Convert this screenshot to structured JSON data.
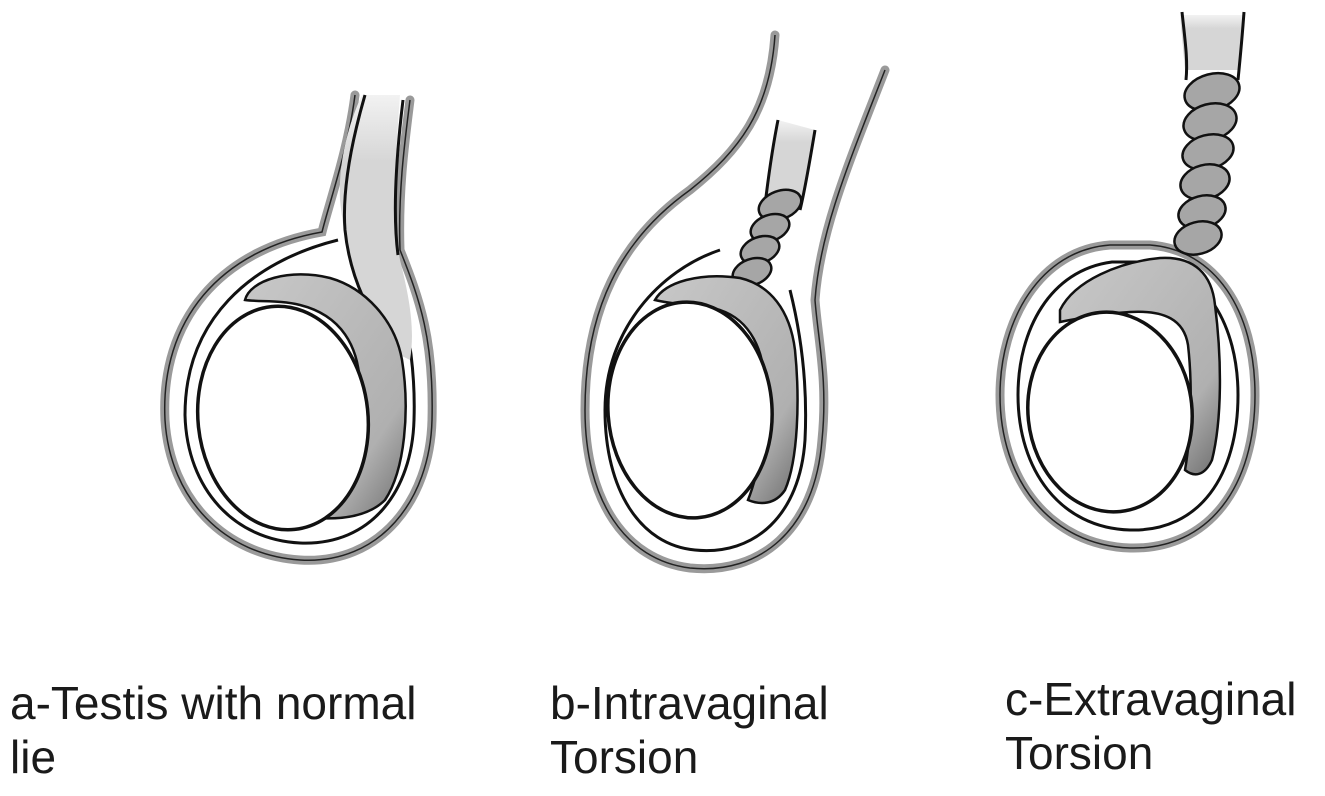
{
  "panels": [
    {
      "id": "a",
      "label_lines": [
        "a-Testis with normal",
        "lie"
      ]
    },
    {
      "id": "b",
      "label_lines": [
        "b-Intravaginal",
        "Torsion"
      ]
    },
    {
      "id": "c",
      "label_lines": [
        "c-Extravaginal",
        "Torsion"
      ]
    }
  ],
  "colors": {
    "outline": "#111111",
    "tunica_gray": "#9a9a9a",
    "cord_light": "#dcdcdc",
    "epididymis": "#bdbdbd",
    "epididymis_dark": "#7a7a7a",
    "twist": "#a6a6a6"
  }
}
